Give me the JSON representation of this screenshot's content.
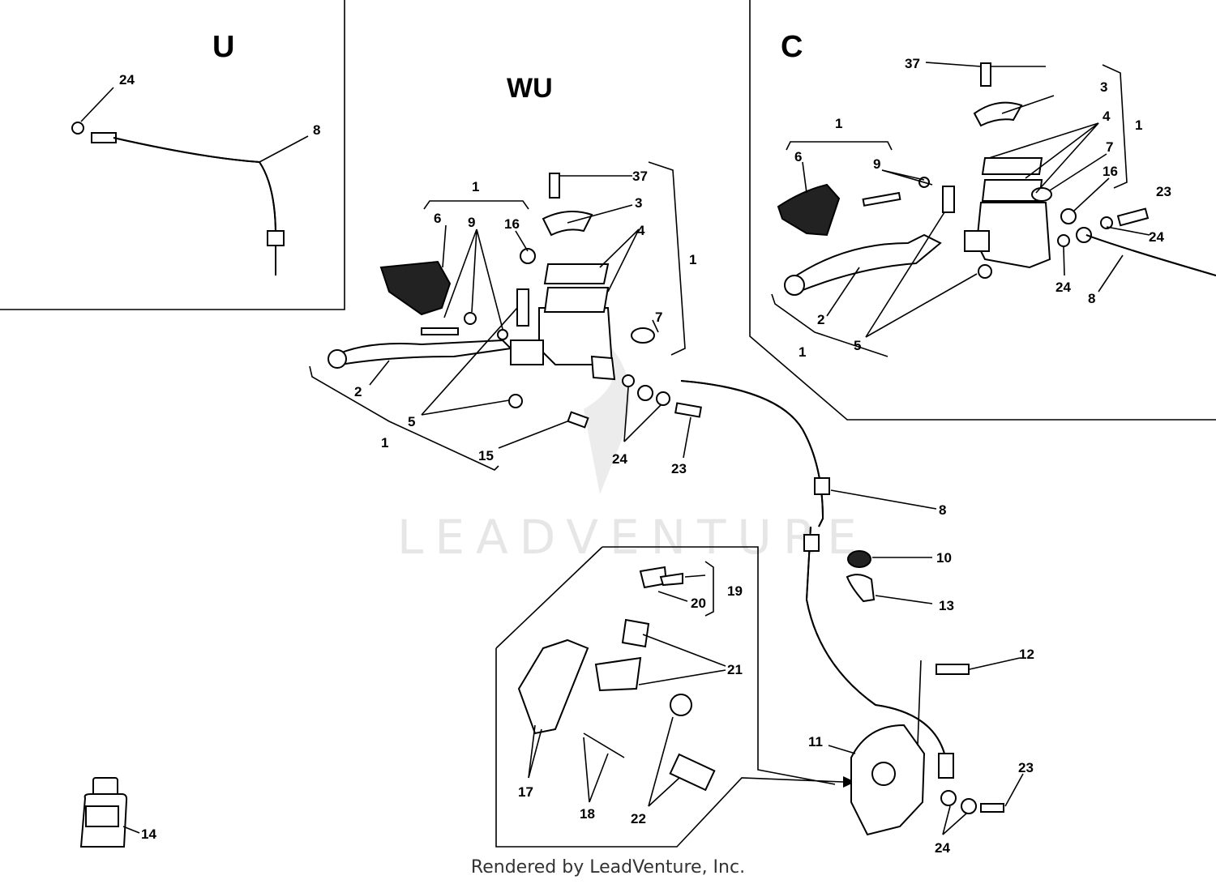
{
  "panels": {
    "u": "U",
    "wu": "WU",
    "c": "C"
  },
  "watermark": "LEADVENTURE",
  "footer": "Rendered by LeadVenture, Inc.",
  "callouts": {
    "u_24": "24",
    "u_8": "8",
    "wu_1_top": "1",
    "wu_9": "9",
    "wu_6": "6",
    "wu_16": "16",
    "wu_37": "37",
    "wu_3": "3",
    "wu_4": "4",
    "wu_1_right": "1",
    "wu_7": "7",
    "wu_2": "2",
    "wu_5": "5",
    "wu_1_bottom": "1",
    "wu_15": "15",
    "wu_24": "24",
    "wu_23": "23",
    "c_37": "37",
    "c_3": "3",
    "c_4": "4",
    "c_1_right": "1",
    "c_1_top": "1",
    "c_9": "9",
    "c_6": "6",
    "c_7": "7",
    "c_16": "16",
    "c_23": "23",
    "c_24_right": "24",
    "c_24_low": "24",
    "c_8": "8",
    "c_2": "2",
    "c_1_bottom": "1",
    "c_5": "5",
    "hose_8": "8",
    "p10": "10",
    "p13": "13",
    "p19": "19",
    "p20": "20",
    "p21": "21",
    "p12": "12",
    "p11": "11",
    "p23": "23",
    "p17": "17",
    "p18": "18",
    "p22": "22",
    "p24": "24",
    "p14": "14"
  }
}
